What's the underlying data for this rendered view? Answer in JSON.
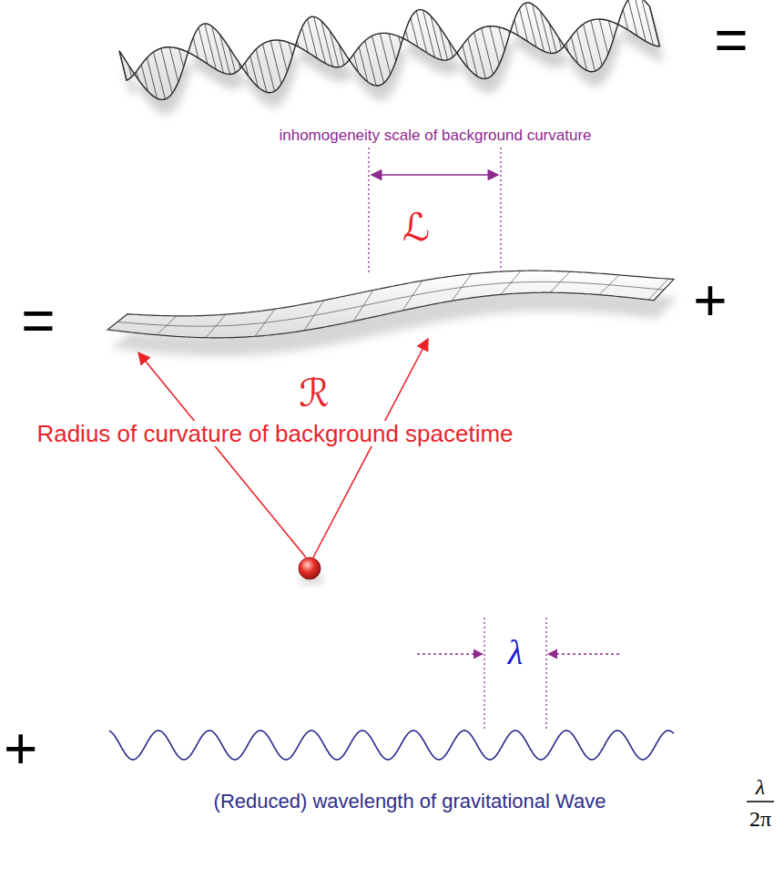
{
  "diagram": {
    "labels": [
      "=",
      "inhomogeneity scale of background curvature",
      "ℒ",
      "=",
      "+",
      "ℛ",
      "Radius of curvature of background spacetime",
      "λ",
      "+",
      "(Reduced) wavelength of gravitational Wave",
      "λ",
      "2π"
    ]
  }
}
